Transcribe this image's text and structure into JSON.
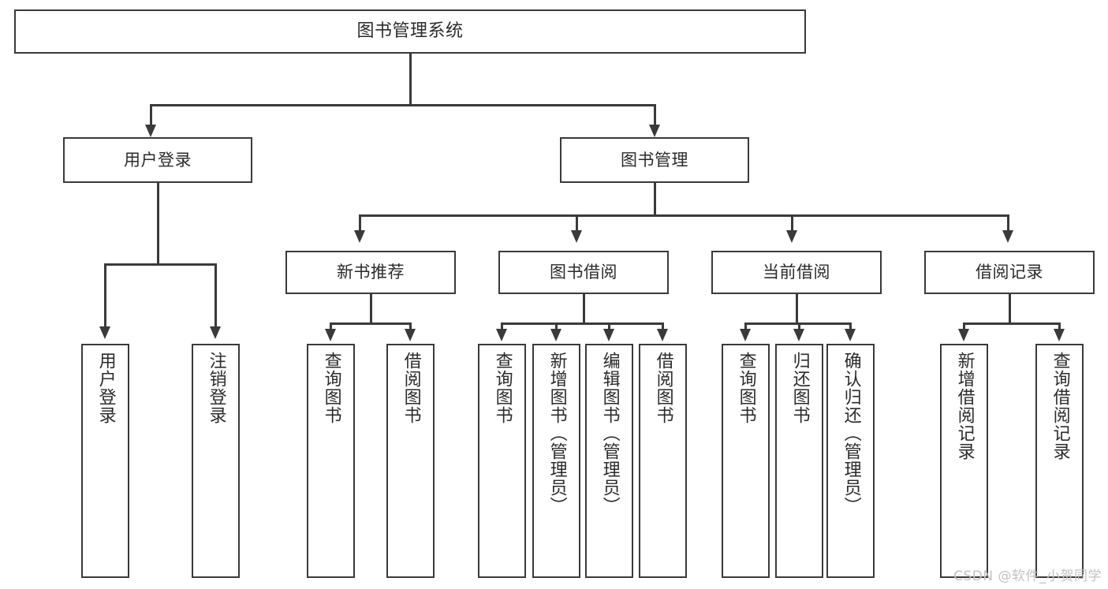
{
  "diagram": {
    "title": "图书管理系统",
    "watermark": "CSDN @软件_小贺同学",
    "root": {
      "label": "图书管理系统"
    },
    "level2": [
      {
        "label": "用户登录"
      },
      {
        "label": "图书管理"
      }
    ],
    "level3": [
      {
        "label": "新书推荐"
      },
      {
        "label": "图书借阅"
      },
      {
        "label": "当前借阅"
      },
      {
        "label": "借阅记录"
      }
    ],
    "leaves": {
      "user_login": [
        {
          "label": "用户登录"
        },
        {
          "label": "注销登录"
        }
      ],
      "new_book_recommend": [
        {
          "label": "查询图书"
        },
        {
          "label": "借阅图书"
        }
      ],
      "book_borrow": [
        {
          "label": "查询图书"
        },
        {
          "label": "新增图书（管理员）"
        },
        {
          "label": "编辑图书（管理员）"
        },
        {
          "label": "借阅图书"
        }
      ],
      "current_borrow": [
        {
          "label": "查询图书"
        },
        {
          "label": "归还图书"
        },
        {
          "label": "确认归还（管理员）"
        }
      ],
      "borrow_record": [
        {
          "label": "新增借阅记录"
        },
        {
          "label": "查询借阅记录"
        }
      ]
    },
    "colors": {
      "stroke": "#3a3a3a",
      "text": "#2b2b2b",
      "background": "#ffffff",
      "watermark": "#c2c2c2"
    }
  }
}
